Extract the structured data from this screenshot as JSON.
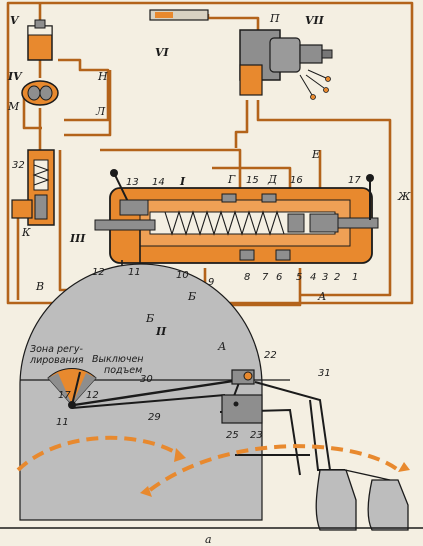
{
  "labels": {
    "caption": "а",
    "zone": "Зона регу-\nлирования",
    "switch": "Выключен\nподъем",
    "roman": {
      "r1": "I",
      "r2": "II",
      "r3": "III",
      "r4": "IV",
      "r5": "V",
      "r6": "VI",
      "r7": "VII"
    },
    "letters": {
      "A1": "А",
      "A2": "А",
      "B1": "Б",
      "B2": "Б",
      "V": "В",
      "G": "Г",
      "D": "Д",
      "E": "Е",
      "Zh": "Ж",
      "K": "К",
      "L": "Л",
      "M": "М",
      "N": "Н",
      "P": "П"
    },
    "numbers": {
      "n1": "1",
      "n2": "2",
      "n3": "3",
      "n4": "4",
      "n5": "5",
      "n6": "6",
      "n7": "7",
      "n8": "8",
      "n9": "9",
      "n10": "10",
      "n11": "11",
      "n12": "12",
      "n13": "13",
      "n14": "14",
      "n15": "15",
      "n16": "16",
      "n17": "17",
      "n32": "32",
      "b17": "17",
      "b11": "11",
      "b12": "12",
      "n22": "22",
      "n23": "23",
      "n25": "25",
      "n29": "29",
      "n30": "30",
      "n31": "31"
    }
  },
  "colors": {
    "oil": "#e8892e",
    "oil_dark": "#c96a17",
    "line": "#b3631a",
    "ink": "#1b1b1b",
    "metal": "#8e8e8e",
    "wheel": "#bdbdbd",
    "background": "#f4efe2"
  }
}
